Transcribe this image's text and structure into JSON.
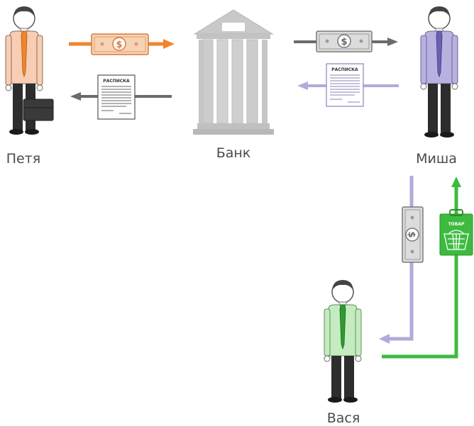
{
  "people": {
    "petya": "Петя",
    "misha": "Миша",
    "vasya": "Вася"
  },
  "bank": {
    "label": "Банк"
  },
  "receipt_text": "РАСПИСКА",
  "goods_text": "ТОВАР",
  "currency_symbol": "$",
  "colors": {
    "orange": "#f0852d",
    "gray": "#6b6b6b",
    "lavender": "#b2abd9",
    "green": "#3dbb3f",
    "bank": "#c9c9c9",
    "petya_shirt": "#f7cdb3",
    "misha_shirt": "#b8b2e0",
    "vasya_shirt": "#c5ecc0"
  }
}
